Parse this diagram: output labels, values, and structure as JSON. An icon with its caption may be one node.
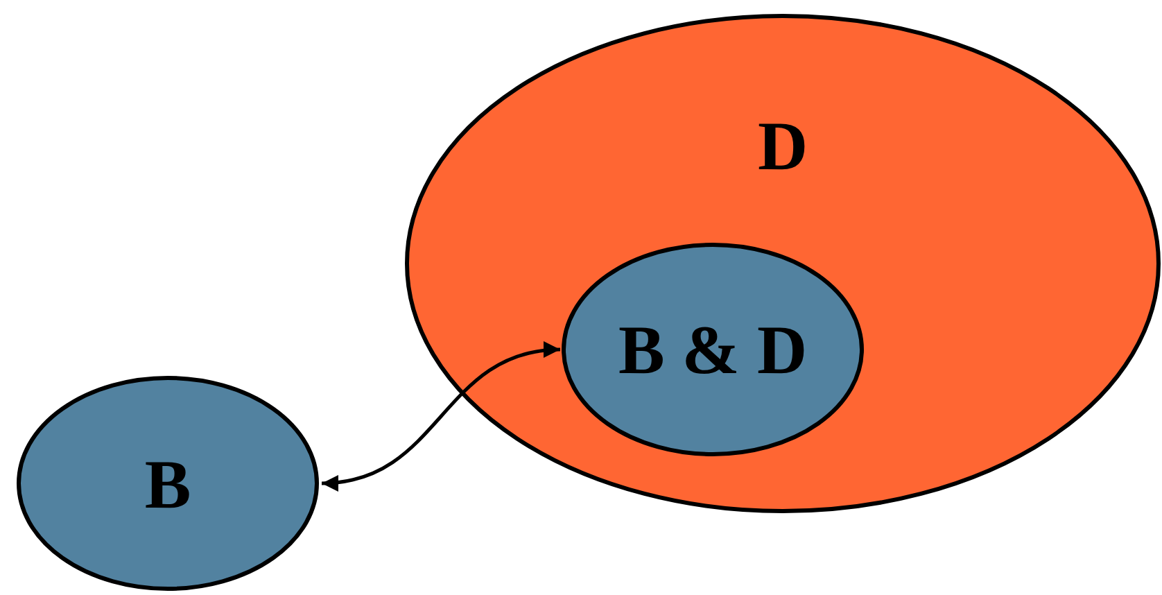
{
  "diagram": {
    "nodes": [
      {
        "text": [
          "D"
        ]
      },
      {
        "text": [
          "B & D"
        ],
        "in": 0
      },
      {
        "text": [
          "B"
        ]
      }
    ],
    "edges": [
      {
        "from": 1,
        "to": 2,
        "arrow": "both"
      }
    ]
  }
}
